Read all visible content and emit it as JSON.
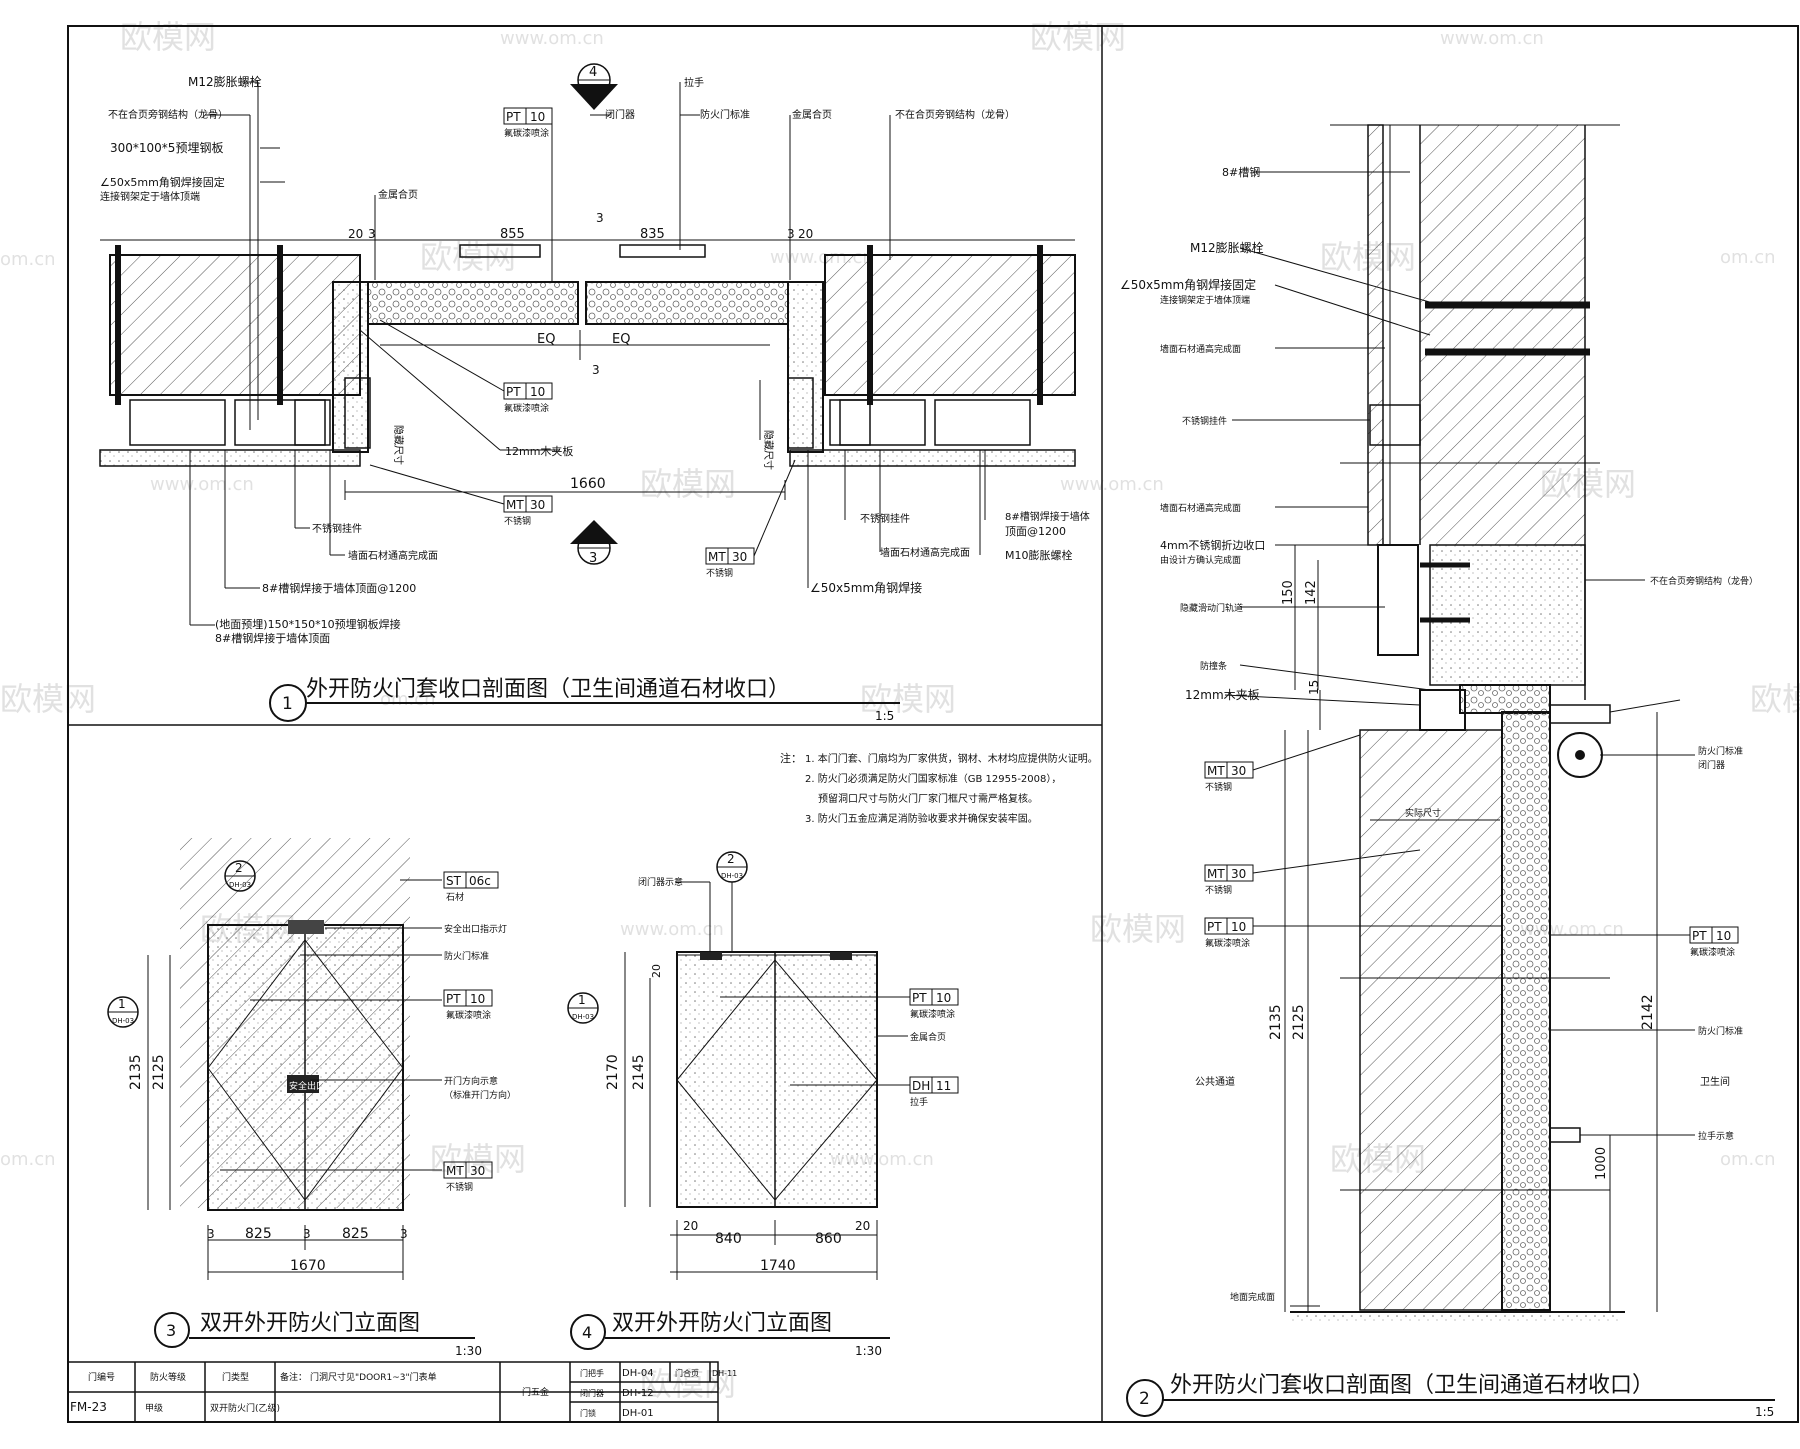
{
  "watermark": {
    "logo": "欧模网",
    "url": "www.om.cn",
    "url_short": "om.cn"
  },
  "panel1": {
    "number": "1",
    "title": "外开防火门套收口剖面图（卫生间通道石材收口）",
    "scale": "1:5",
    "section_marks": [
      "4",
      "3"
    ],
    "dims": {
      "overall": "1660",
      "leaf_a": "855",
      "leaf_b": "835",
      "gap": "3",
      "gap2": "3",
      "eq1": "EQ",
      "eq2": "EQ",
      "edge_l": "20",
      "edge_l2": "3",
      "edge_r": "3",
      "edge_r2": "20"
    },
    "labels_left": [
      "M12膨胀螺栓",
      "不在合页旁钢结构（龙骨）",
      "300*100*5预埋钢板",
      "∠50x5mm角钢焊接固定",
      "连接钢架定于墙体顶端"
    ],
    "labels_bottom": [
      "12mm木夹板",
      "不锈钢挂件",
      "墙面石材通高完成面",
      "8#槽钢焊接于墙体顶面@1200",
      "(地面预埋)150*150*10预埋钢板焊接",
      "8#槽钢焊接于墙体顶面"
    ],
    "labels_top": [
      "拉手",
      "防火门标准",
      "闭门器",
      "不在合页旁钢结构（龙骨）",
      "金属合页"
    ],
    "labels_right": [
      "不锈钢挂件",
      "墙面石材通高完成面",
      "8#槽钢焊接于墙体",
      "顶面@1200",
      "M10膨胀螺栓",
      "∠50x5mm角钢焊接",
      "隐藏尺寸"
    ],
    "tags": [
      {
        "code": "PT",
        "num": "10",
        "note": "氟碳漆喷涂"
      },
      {
        "code": "PT",
        "num": "10",
        "note": "氟碳漆喷涂"
      },
      {
        "code": "MT",
        "num": "30",
        "note": "不锈钢"
      },
      {
        "code": "MT",
        "num": "30",
        "note": "不锈钢"
      }
    ]
  },
  "notes": {
    "title": "注：",
    "lines": [
      "1. 本门门套、门扇均为厂家供货，钢材、木材均应提供防火证明。",
      "2. 防火门必须满足防火门国家标准（GB 12955-2008），",
      "预留洞口尺寸与防火门厂家门框尺寸需严格复核。",
      "3. 防火门五金应满足消防验收要求并确保安装牢固。"
    ]
  },
  "panel3": {
    "number": "3",
    "title": "双开外开防火门立面图",
    "scale": "1:30",
    "ref_top": {
      "num": "2",
      "sheet": "DH-03"
    },
    "ref_left": {
      "num": "1",
      "sheet": "DH-03"
    },
    "dims_v": [
      "2135",
      "2125"
    ],
    "dims_h": [
      "3",
      "825",
      "3",
      "825",
      "3"
    ],
    "total": "1670",
    "tags": [
      {
        "code": "ST",
        "num": "06c",
        "note": "石材"
      },
      {
        "code": "PT",
        "num": "10",
        "note": "氟碳漆喷涂"
      },
      {
        "code": "MT",
        "num": "30",
        "note": "不锈钢"
      }
    ],
    "labels": [
      "安全出口指示灯",
      "防火门标准",
      "开门方向示意",
      "（标准开门方向）"
    ],
    "sign": "安全出口"
  },
  "panel4": {
    "number": "4",
    "title": "双开外开防火门立面图",
    "scale": "1:30",
    "ref_top": {
      "num": "2",
      "sheet": "DH-03"
    },
    "ref_left": {
      "num": "1",
      "sheet": "DH-03"
    },
    "dims_v": [
      "2170",
      "2145",
      "20"
    ],
    "dims_h": [
      "20",
      "840",
      "860",
      "20"
    ],
    "total": "1740",
    "tags": [
      {
        "code": "PT",
        "num": "10",
        "note": "氟碳漆喷涂"
      },
      {
        "code": "DH",
        "num": "11",
        "note": "拉手"
      }
    ],
    "labels": [
      "闭门器示意",
      "金属合页"
    ]
  },
  "panel2": {
    "number": "2",
    "title": "外开防火门套收口剖面图（卫生间通道石材收口）",
    "scale": "1:5",
    "labels_left": [
      "8#槽钢",
      "M12膨胀螺栓",
      "∠50x5mm角钢焊接固定",
      "连接钢架定于墙体顶端",
      "墙面石材通高完成面",
      "不锈钢挂件",
      "墙面石材通高完成面",
      "4mm不锈钢折边收口",
      "由设计方确认完成面",
      "隐藏滑动门轨道",
      "防撞条",
      "12mm木夹板",
      "地面完成面"
    ],
    "labels_right": [
      "不在合页旁钢结构（龙骨）",
      "防火门标准",
      "闭门器",
      "防火门标准",
      "拉手示意"
    ],
    "tags": [
      {
        "code": "MT",
        "num": "30",
        "note": "不锈钢"
      },
      {
        "code": "MT",
        "num": "30",
        "note": "不锈钢"
      },
      {
        "code": "PT",
        "num": "10",
        "note": "氟碳漆喷涂"
      },
      {
        "code": "PT",
        "num": "10",
        "note": "氟碳漆喷涂"
      }
    ],
    "dims": [
      "150",
      "142",
      "15",
      "2135",
      "2125",
      "2142",
      "1000"
    ],
    "room_left": "公共通道",
    "room_right": "卫生间",
    "clear_note": "实际尺寸"
  },
  "title_block": {
    "row1": [
      "门编号",
      "防火等级",
      "门类型",
      "备注：",
      "门洞尺寸见\"DOOR1~3\"门表单"
    ],
    "row2": [
      "FM-23",
      "甲级",
      "双开防火门(乙级)"
    ],
    "ref_label": "门五金",
    "ref_rows": [
      [
        "门把手",
        "DH-04",
        "门合页",
        "DH-11"
      ],
      [
        "闭门器",
        "DH-12"
      ],
      [
        "门锁",
        "DH-01"
      ]
    ]
  }
}
